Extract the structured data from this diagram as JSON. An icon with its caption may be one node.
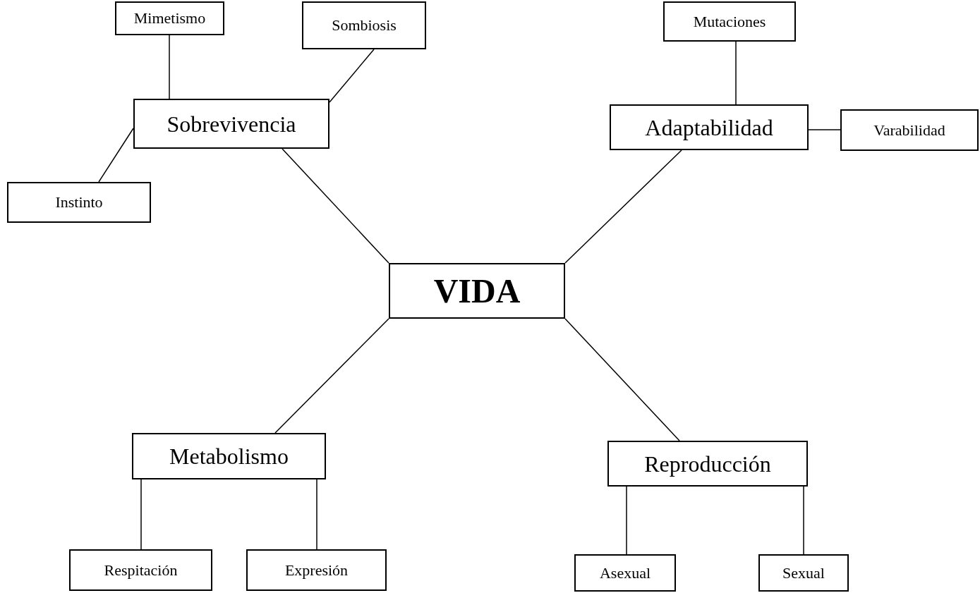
{
  "diagram": {
    "nodes": [
      {
        "text": [
          "VIDA"
        ]
      },
      {
        "text": [
          "Sobrevivencia"
        ]
      },
      {
        "text": [
          "Mimetismo"
        ]
      },
      {
        "text": [
          "Sombiosis"
        ]
      },
      {
        "text": [
          "Instinto"
        ]
      },
      {
        "text": [
          "Adaptabilidad"
        ]
      },
      {
        "text": [
          "Mutaciones"
        ]
      },
      {
        "text": [
          "Varabilidad"
        ]
      },
      {
        "text": [
          "Metabolismo"
        ]
      },
      {
        "text": [
          "Respitación"
        ]
      },
      {
        "text": [
          "Expresión"
        ]
      },
      {
        "text": [
          "Reproducción"
        ]
      },
      {
        "text": [
          "Asexual"
        ]
      },
      {
        "text": [
          "Sexual"
        ]
      }
    ],
    "edges": [
      {
        "from": 0,
        "to": 1,
        "arrow": "none"
      },
      {
        "from": 0,
        "to": 5,
        "arrow": "none"
      },
      {
        "from": 0,
        "to": 8,
        "arrow": "none"
      },
      {
        "from": 0,
        "to": 11,
        "arrow": "none"
      },
      {
        "from": 1,
        "to": 2,
        "arrow": "none"
      },
      {
        "from": 1,
        "to": 3,
        "arrow": "none"
      },
      {
        "from": 1,
        "to": 4,
        "arrow": "none"
      },
      {
        "from": 5,
        "to": 6,
        "arrow": "none"
      },
      {
        "from": 5,
        "to": 7,
        "arrow": "none"
      },
      {
        "from": 8,
        "to": 9,
        "arrow": "none"
      },
      {
        "from": 8,
        "to": 10,
        "arrow": "none"
      },
      {
        "from": 11,
        "to": 12,
        "arrow": "none"
      },
      {
        "from": 11,
        "to": 13,
        "arrow": "none"
      }
    ]
  }
}
